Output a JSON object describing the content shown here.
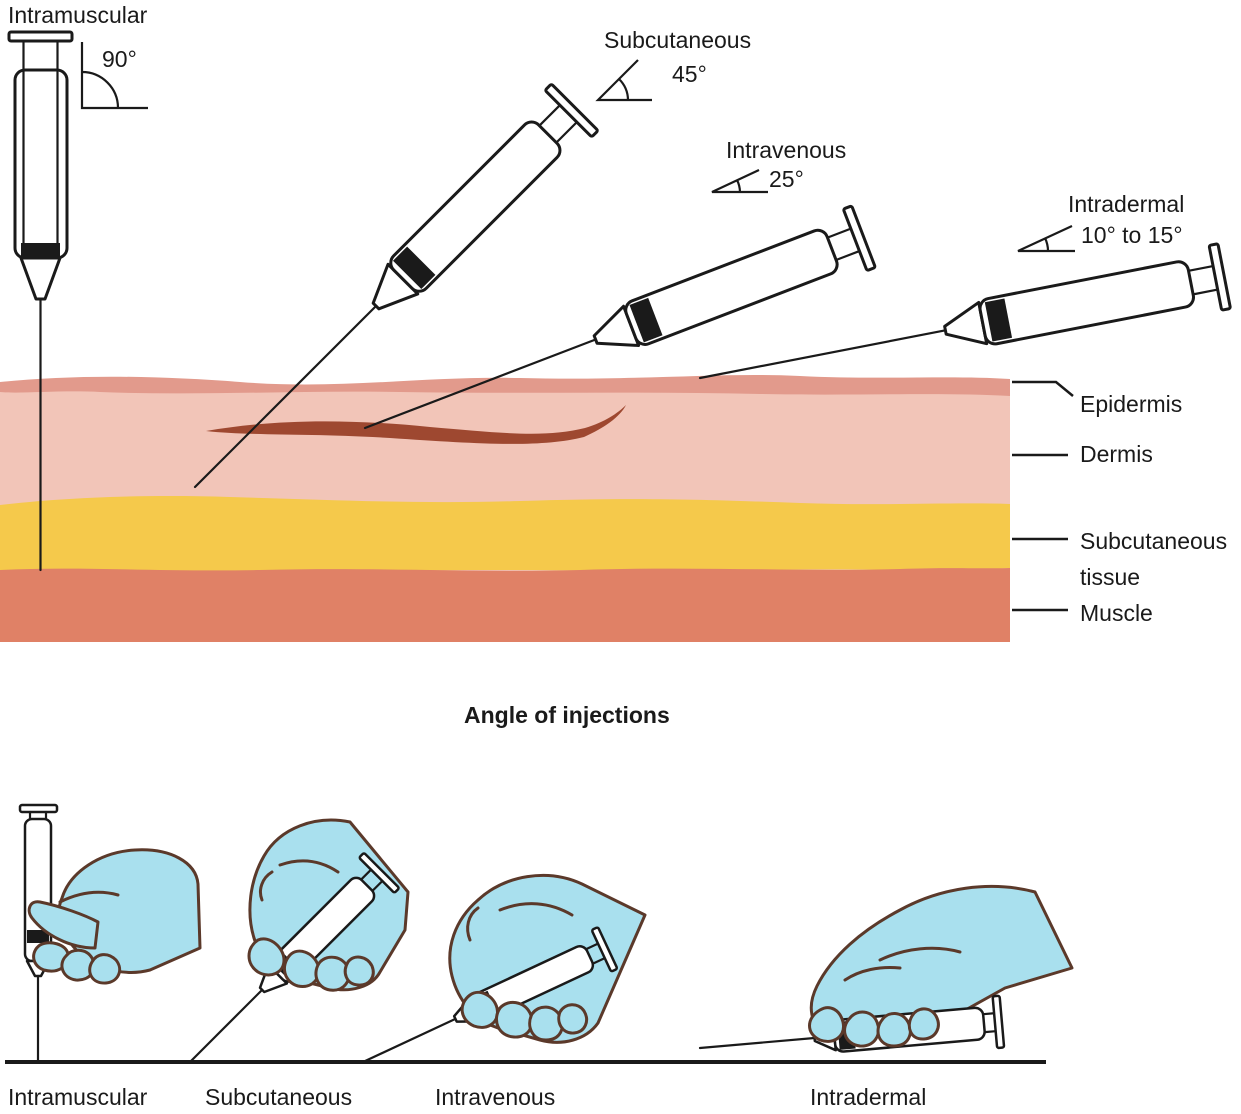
{
  "colors": {
    "epidermis": "#e29a8c",
    "dermis": "#f2c5b8",
    "subcutaneous": "#f5c94b",
    "muscle": "#e08166",
    "vein": "#9e4830",
    "glove": "#a9e0ee",
    "outline": "#5b392a",
    "ink": "#1a1a1a"
  },
  "title": "Angle of injections",
  "top_labels": {
    "intramuscular": "Intramuscular",
    "subcutaneous": "Subcutaneous",
    "intravenous": "Intravenous",
    "intradermal": "Intradermal",
    "angle_intramuscular": "90°",
    "angle_subcutaneous": "45°",
    "angle_intravenous": "25°",
    "angle_intradermal": "10° to 15°"
  },
  "layer_labels": {
    "epidermis": "Epidermis",
    "dermis": "Dermis",
    "subcutaneous_tissue": "Subcutaneous tissue",
    "muscle": "Muscle"
  },
  "bottom_labels": {
    "intramuscular": "Intramuscular",
    "subcutaneous": "Subcutaneous",
    "intravenous": "Intravenous",
    "intradermal": "Intradermal"
  }
}
